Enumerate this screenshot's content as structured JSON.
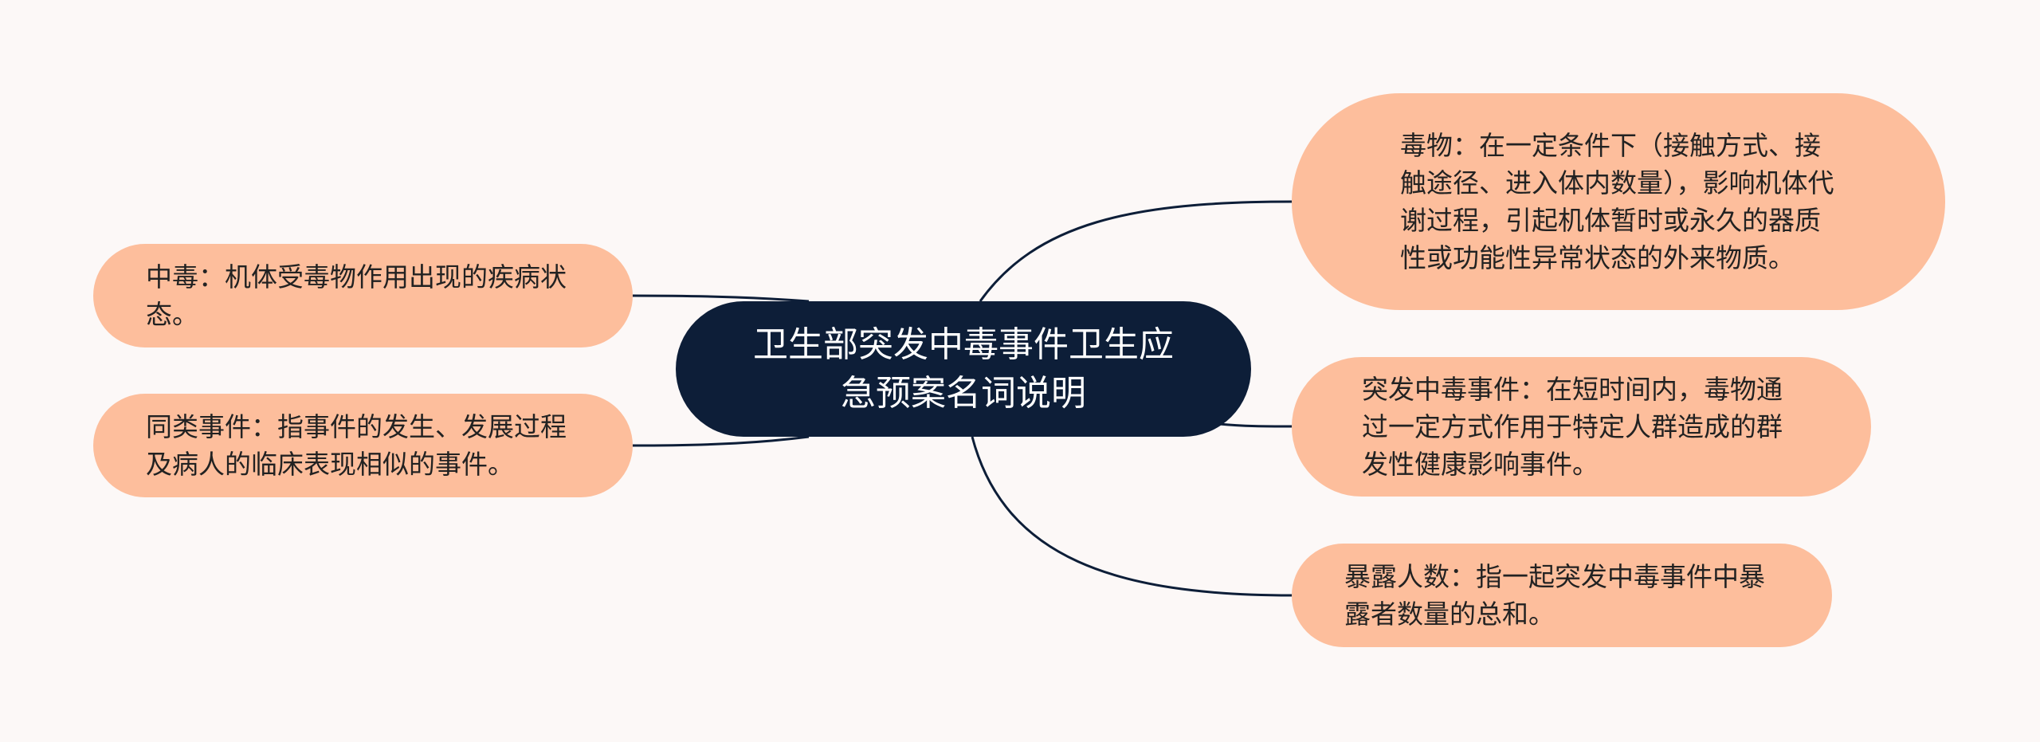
{
  "central_topic": {
    "text": "卫生部突发中毒事件卫生应急预案名词说明"
  },
  "branches": {
    "zhongdu": "中毒：机体受毒物作用出现的疾病状态。",
    "tonglei": "同类事件：指事件的发生、发展过程及病人的临床表现相似的事件。",
    "duwu": "毒物：在一定条件下（接触方式、接触途径、进入体内数量），影响机体代谢过程，引起机体暂时或永久的器质性或功能性异常状态的外来物质。",
    "tufa": "突发中毒事件：在短时间内，毒物通过一定方式作用于特定人群造成的群发性健康影响事件。",
    "baolu": "暴露人数：指一起突发中毒事件中暴露者数量的总和。"
  },
  "colors": {
    "background": "#fcf8f7",
    "central_fill": "#0d1e38",
    "central_text": "#ffffff",
    "branch_fill": "#fdbe9c",
    "branch_text": "#222222",
    "connector": "#0d1e38"
  }
}
